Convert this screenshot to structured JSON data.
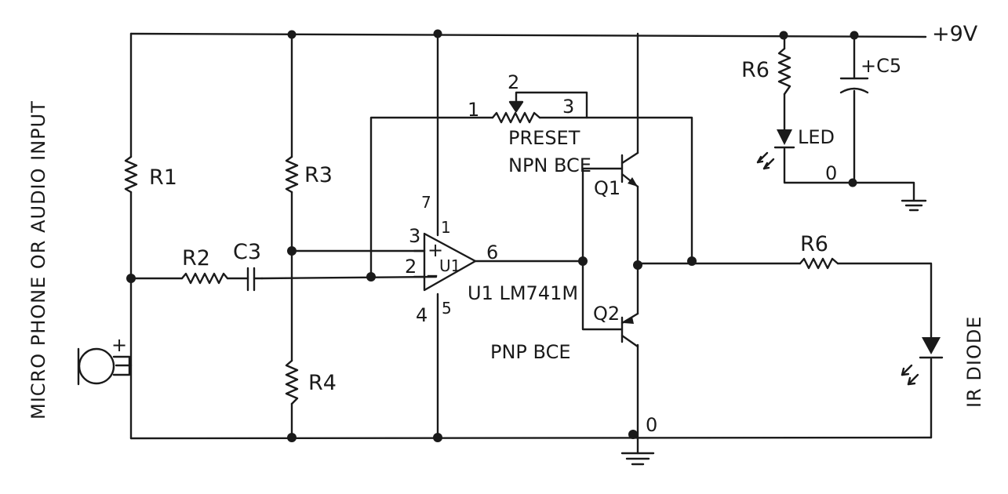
{
  "side_labels": {
    "left": "MICRO PHONE OR AUDIO INPUT",
    "right": "IR DIODE"
  },
  "supply": "+9V",
  "components": {
    "r1": "R1",
    "r2": "R2",
    "r3": "R3",
    "r4": "R4",
    "r6_top": "R6",
    "r6_out": "R6",
    "c3": "C3",
    "c5": "+C5",
    "led": "LED",
    "preset": "PRESET",
    "q1": "Q1",
    "q1_type": "NPN BCE",
    "q2": "Q2",
    "q2_type": "PNP BCE",
    "u1": "U1",
    "u1_part": "U1 LM741M",
    "mic_plus": "+",
    "opamp_plus": "+",
    "opamp_minus": "_"
  },
  "pins": {
    "preset_1": "1",
    "preset_2": "2",
    "preset_3": "3",
    "op_7": "7",
    "op_1": "1",
    "op_3": "3",
    "op_2": "2",
    "op_6": "6",
    "op_4": "4",
    "op_5": "5",
    "gnd_led": "0",
    "gnd_main": "0"
  }
}
